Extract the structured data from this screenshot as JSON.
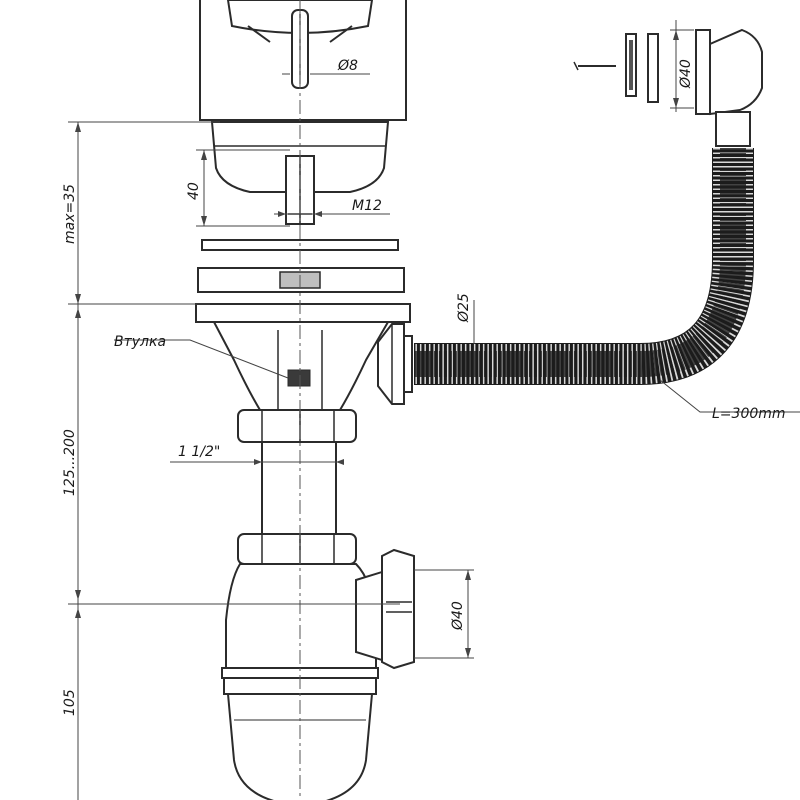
{
  "labels": {
    "d8": "Ø8",
    "d40_top": "Ø40",
    "dim_40": "40",
    "m12": "M12",
    "max35": "max=35",
    "d25": "Ø25",
    "vtulka": "Втулка",
    "l300": "L=300mm",
    "range_125_200": "125...200",
    "thread": "1 1/2\"",
    "d40_side": "Ø40",
    "dim_105": "105"
  }
}
